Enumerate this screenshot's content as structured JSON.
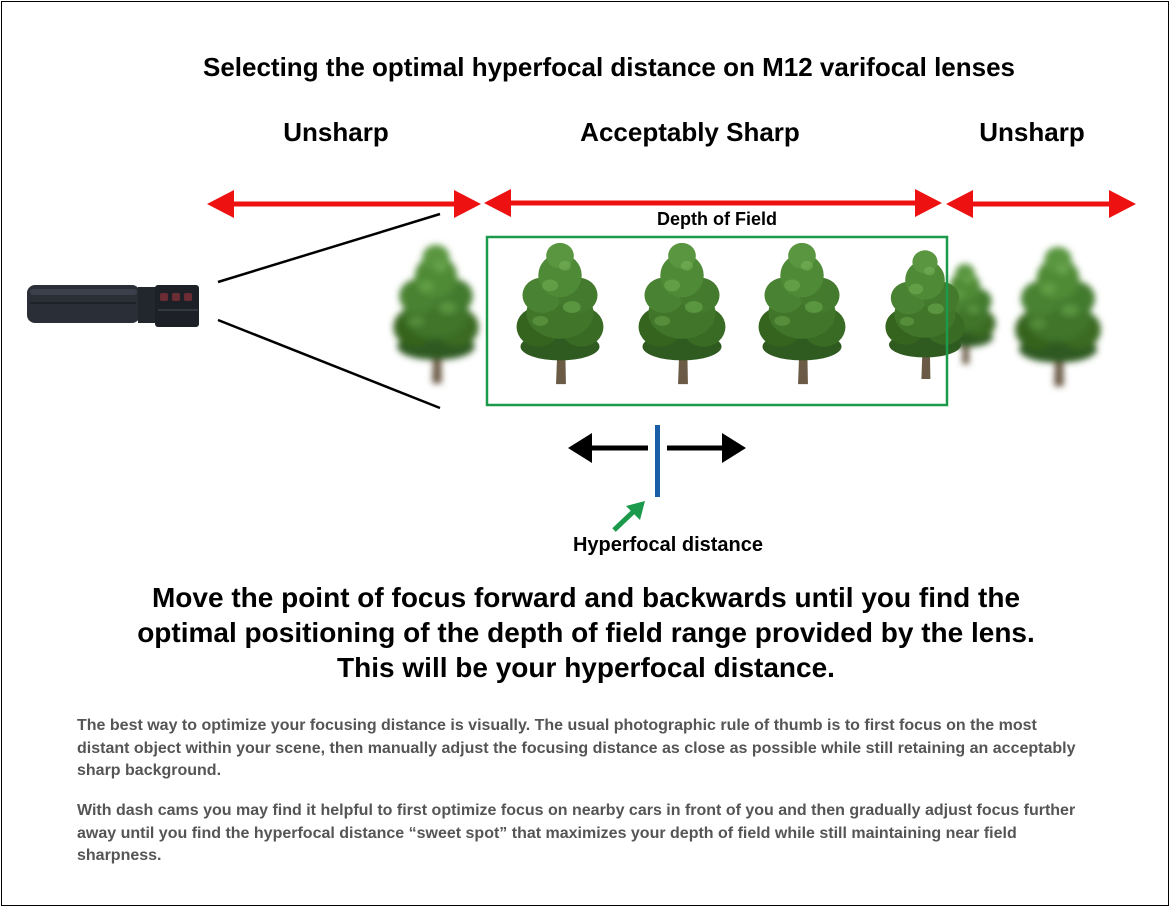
{
  "title": "Selecting the optimal hyperfocal distance on M12 varifocal lenses",
  "zones": {
    "near": "Unsharp",
    "middle": "Acceptably Sharp",
    "far": "Unsharp"
  },
  "depth_of_field_label": "Depth of Field",
  "hyperfocal_label": "Hyperfocal distance",
  "headline_lines": [
    "Move the point of focus forward and backwards until you find the",
    "optimal positioning of the depth of field range provided by the lens.",
    "This will be your hyperfocal distance."
  ],
  "paragraphs": [
    " The best way to optimize your focusing distance is visually. The usual photographic rule of thumb is to first focus on the most distant object within your scene, then manually adjust the focusing distance as close as possible while still retaining an acceptably sharp background.",
    "With dash cams you may find it helpful to first optimize focus on nearby cars in front of you and then gradually adjust focus further away until you find the hyperfocal distance “sweet spot” that maximizes your depth of field while still maintaining near field sharpness."
  ],
  "colors": {
    "range_arrow": "#ee1111",
    "depth_box": "#1a9a4a",
    "focus_marker": "#1a5ea8",
    "pointer_arrow": "#1a9a4a",
    "body_text": "#555555"
  }
}
